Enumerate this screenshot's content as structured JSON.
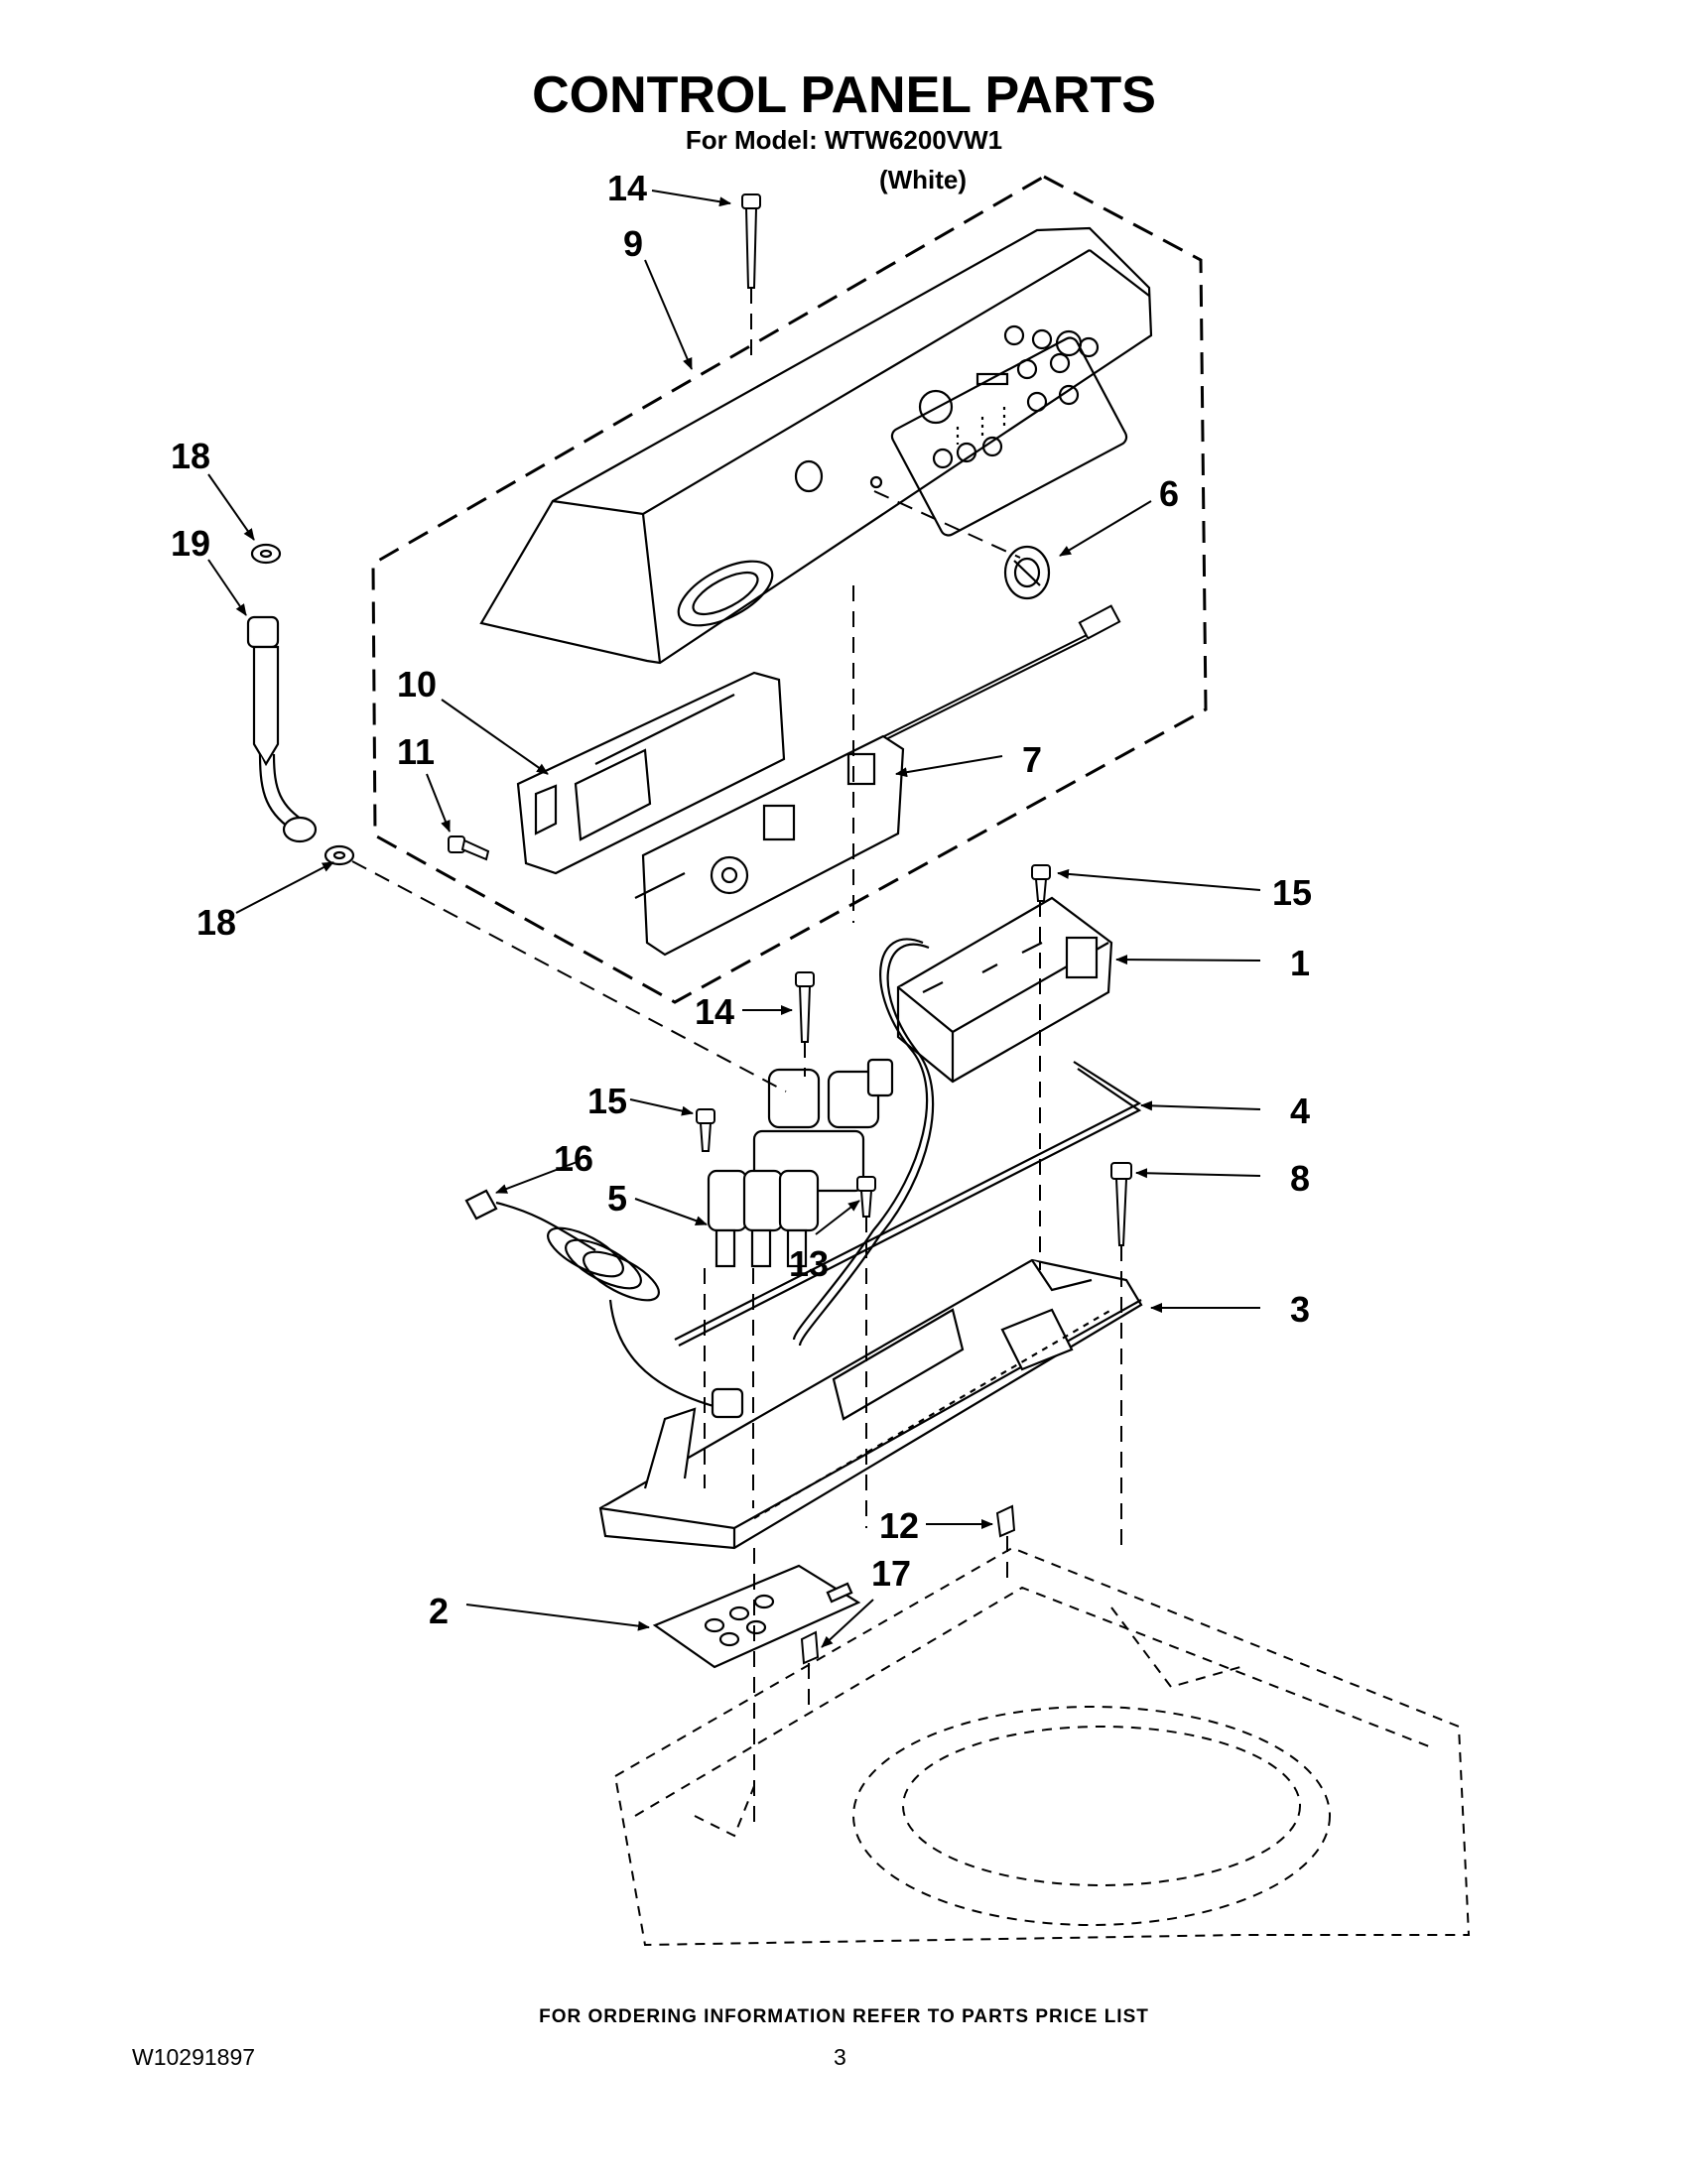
{
  "header": {
    "title": "CONTROL PANEL PARTS",
    "model_line": "For Model: WTW6200VW1",
    "color_variant": "(White)"
  },
  "callouts": {
    "c1": "1",
    "c2": "2",
    "c3": "3",
    "c4": "4",
    "c5": "5",
    "c6": "6",
    "c7": "7",
    "c8": "8",
    "c9": "9",
    "c10": "10",
    "c11": "11",
    "c12": "12",
    "c13": "13",
    "c14a": "14",
    "c14b": "14",
    "c15a": "15",
    "c15b": "15",
    "c16": "16",
    "c17": "17",
    "c18a": "18",
    "c18b": "18",
    "c19": "19"
  },
  "footer": {
    "ordering_note": "FOR ORDERING INFORMATION REFER TO PARTS PRICE LIST",
    "document_number": "W10291897",
    "page_number": "3"
  }
}
